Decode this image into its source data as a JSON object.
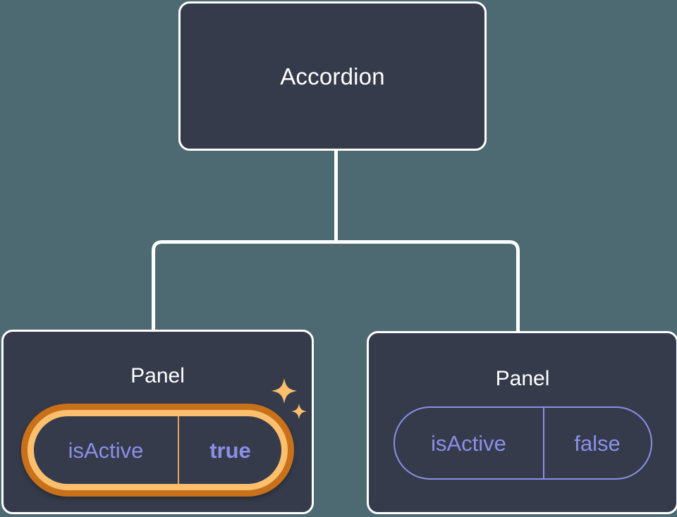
{
  "diagram": {
    "type": "component-tree",
    "title": "Accordion component tree",
    "background_color": "#4d6a73",
    "node_fill_color": "#353b4a",
    "node_border_color": "#ffffff",
    "connector_color": "#ffffff",
    "accent_prop_color": "#8b8fe8",
    "highlight_outer_color": "#c8711a",
    "highlight_inner_color": "#fbbf6e",
    "sparkle_color": "#fbbf6e"
  },
  "root": {
    "label": "Accordion"
  },
  "children": [
    {
      "label": "Panel",
      "highlighted": true,
      "prop": {
        "key": "isActive",
        "value": "true"
      }
    },
    {
      "label": "Panel",
      "highlighted": false,
      "prop": {
        "key": "isActive",
        "value": "false"
      }
    }
  ],
  "icons": {
    "sparkle_large": "sparkle-icon",
    "sparkle_small": "sparkle-icon"
  }
}
